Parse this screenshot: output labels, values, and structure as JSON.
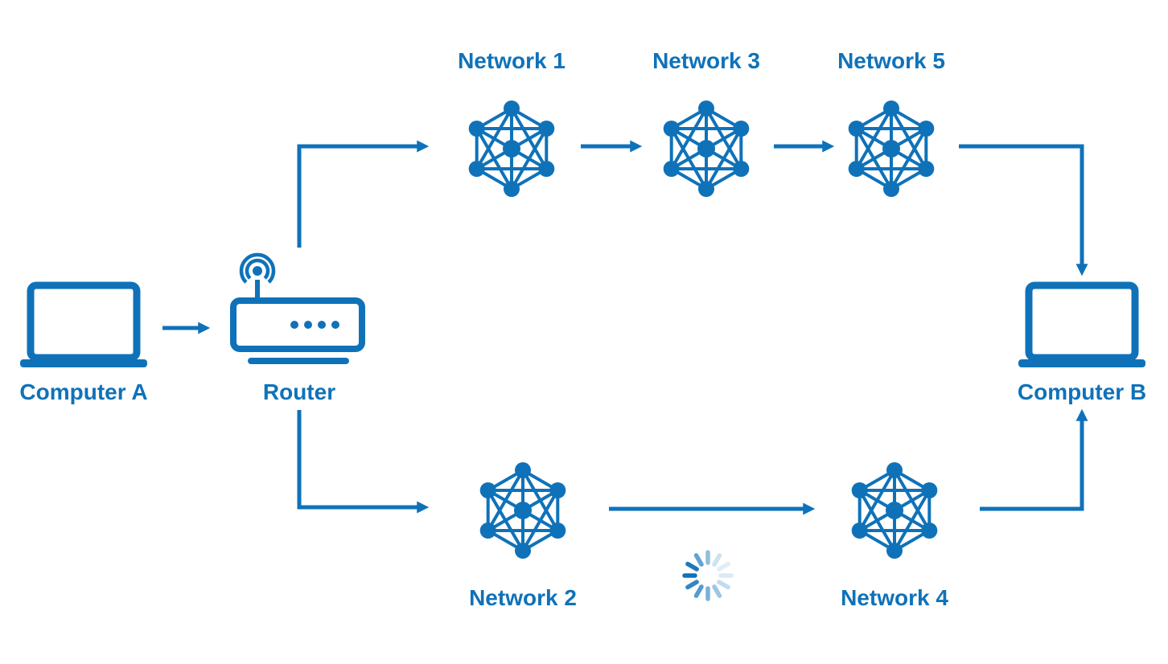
{
  "colors": {
    "accent": "#0F72B9",
    "background": "#FFFFFF"
  },
  "diagram": {
    "endpoints": {
      "computer_a": {
        "label": "Computer A",
        "icon": "laptop-icon"
      },
      "router": {
        "label": "Router",
        "icon": "wifi-router-icon"
      },
      "computer_b": {
        "label": "Computer B",
        "icon": "laptop-icon"
      }
    },
    "networks": {
      "network_1": {
        "label": "Network 1",
        "icon": "mesh-network-icon"
      },
      "network_2": {
        "label": "Network 2",
        "icon": "mesh-network-icon"
      },
      "network_3": {
        "label": "Network 3",
        "icon": "mesh-network-icon"
      },
      "network_4": {
        "label": "Network 4",
        "icon": "mesh-network-icon"
      },
      "network_5": {
        "label": "Network 5",
        "icon": "mesh-network-icon"
      }
    },
    "connections": [
      {
        "from": "Computer A",
        "to": "Router"
      },
      {
        "from": "Router",
        "to": "Network 1"
      },
      {
        "from": "Network 1",
        "to": "Network 3"
      },
      {
        "from": "Network 3",
        "to": "Network 5"
      },
      {
        "from": "Network 5",
        "to": "Computer B"
      },
      {
        "from": "Router",
        "to": "Network 2"
      },
      {
        "from": "Network 2",
        "to": "Network 4"
      },
      {
        "from": "Network 4",
        "to": "Computer B"
      }
    ],
    "spinner": {
      "icon": "loading-spinner-icon",
      "position": "between Network 2 and Network 4"
    }
  }
}
